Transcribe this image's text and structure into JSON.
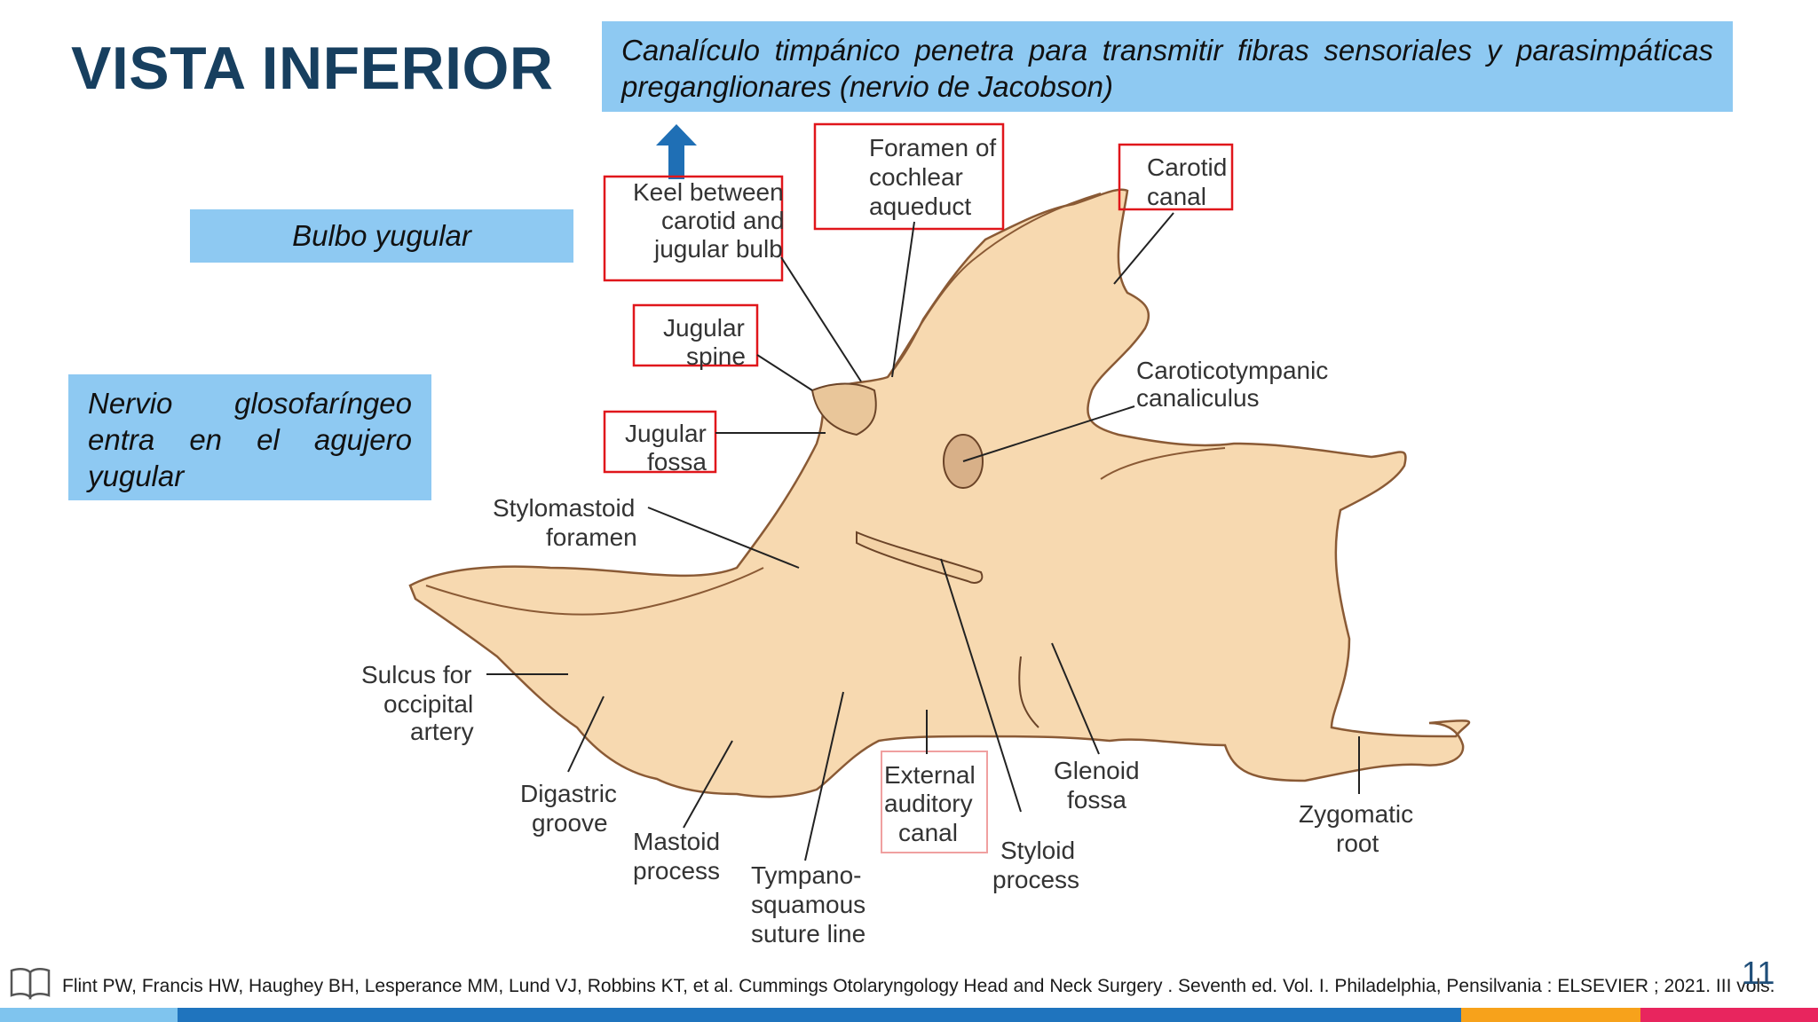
{
  "slide": {
    "title": "VISTA INFERIOR",
    "page_number": "11"
  },
  "boxes": {
    "top_note": "Canalículo timpánico penetra para transmitir fibras sensoriales y parasimpáticas preganglionares (nervio de Jacobson)",
    "bulbo": "Bulbo yugular",
    "nervio": "Nervio glosofaríngeo entra en el agujero yugular"
  },
  "labels": {
    "keel_1": "Keel between",
    "keel_2": "carotid and",
    "keel_3": "jugular bulb",
    "foramen_1": "Foramen of",
    "foramen_2": "cochlear",
    "foramen_3": "aqueduct",
    "carotid_1": "Carotid",
    "carotid_2": "canal",
    "jspine_1": "Jugular",
    "jspine_2": "spine",
    "caroticotympanic_1": "Caroticotympanic",
    "caroticotympanic_2": "canaliculus",
    "jfossa_1": "Jugular",
    "jfossa_2": "fossa",
    "stylomastoid_1": "Stylomastoid",
    "stylomastoid_2": "foramen",
    "sulcus_1": "Sulcus for",
    "sulcus_2": "occipital",
    "sulcus_3": "artery",
    "digastric_1": "Digastric",
    "digastric_2": "groove",
    "mastoid_1": "Mastoid",
    "mastoid_2": "process",
    "tympano_1": "Tympano-",
    "tympano_2": "squamous",
    "tympano_3": "suture line",
    "eac_1": "External",
    "eac_2": "auditory",
    "eac_3": "canal",
    "glenoid_1": "Glenoid",
    "glenoid_2": "fossa",
    "styloid_1": "Styloid",
    "styloid_2": "process",
    "zygomatic_1": "Zygomatic",
    "zygomatic_2": "root"
  },
  "footer": {
    "citation": "Flint PW, Francis HW, Haughey BH, Lesperance MM, Lund VJ, Robbins KT, et al. Cummings Otolaryngology Head and Neck Surgery . Seventh ed. Vol. I. Philadelphia, Pensilvania : ELSEVIER ; 2021. III vols."
  },
  "colors": {
    "title": "#173f5f",
    "box_fill": "#8ec9f2",
    "highlight_box": "#e0161b",
    "bone": "#f7d9b0",
    "arrow": "#1f6fb5",
    "bar_light_blue": "#7fc4ee",
    "bar_blue": "#1f74be",
    "bar_orange": "#f7a21b",
    "bar_pink": "#e8255e"
  },
  "icons": {
    "book": "book-icon",
    "arrow": "arrow-up-icon"
  }
}
